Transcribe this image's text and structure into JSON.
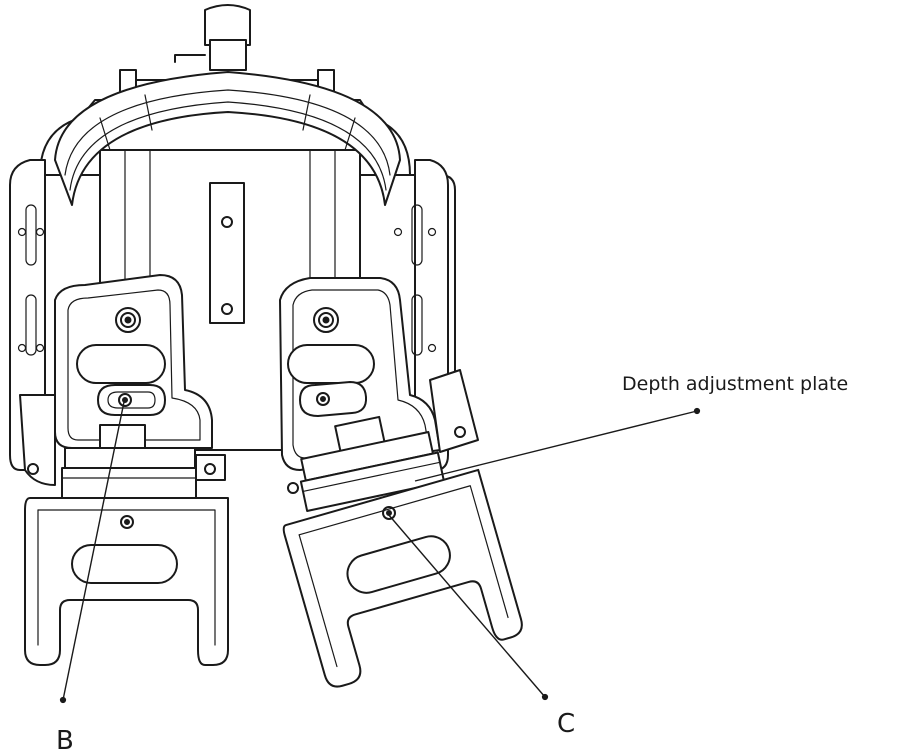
{
  "labels": {
    "depth_plate": "Depth adjustment plate",
    "b": "B",
    "c": "C"
  },
  "colors": {
    "line": "#1a1a1a",
    "background": "#ffffff"
  }
}
